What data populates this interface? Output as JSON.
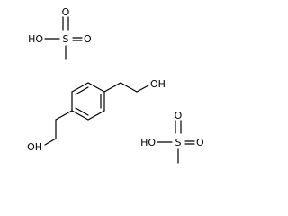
{
  "molecule": {
    "components": [
      "methanesulfonic acid",
      "methanesulfonic acid",
      "2-[4-(2-hydroxyethyl)phenyl]ethanol"
    ]
  },
  "mesylate_top": {
    "o_top": "O",
    "o_bottom": "O",
    "ho": "HO",
    "s": "S"
  },
  "diol": {
    "oh_right": "OH",
    "oh_left": "OH"
  },
  "mesylate_bottom": {
    "o_top": "O",
    "o_bottom": "O",
    "ho": "HO",
    "s": "S"
  },
  "colors": {
    "bond": "#000000",
    "background": "#ffffff",
    "text": "#000000"
  }
}
